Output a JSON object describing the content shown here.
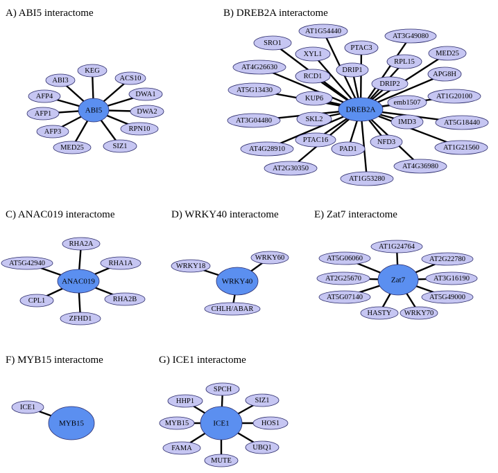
{
  "panels": [
    {
      "id": "A",
      "title": "A) ABI5 interactome",
      "hub": "ABI5",
      "partners": [
        "KEG",
        "ACS10",
        "ABI3",
        "AFP4",
        "DWA1",
        "AFP1",
        "DWA2",
        "AFP3",
        "RPN10",
        "MED25",
        "SIZ1"
      ]
    },
    {
      "id": "B",
      "title": "B) DREB2A interactome",
      "hub": "DREB2A",
      "partners": [
        "AT1G54440",
        "AT3G49080",
        "SRO1",
        "PTAC3",
        "MED25",
        "XYL1",
        "RPL15",
        "AT4G26630",
        "RCD1",
        "DRIP1",
        "APG8H",
        "DRIP2",
        "AT5G13430",
        "KUP6",
        "emb1507",
        "AT1G20100",
        "AT3G04480",
        "SKL2",
        "IMD3",
        "AT5G18440",
        "PTAC16",
        "AT4G28910",
        "NFD3",
        "PAD1",
        "AT1G21560",
        "AT2G30350",
        "AT4G36980",
        "AT1G53280"
      ]
    },
    {
      "id": "C",
      "title": "C) ANAC019 interactome",
      "hub": "ANAC019",
      "partners": [
        "RHA2A",
        "AT5G42940",
        "RHA1A",
        "CPL1",
        "RHA2B",
        "ZFHD1"
      ]
    },
    {
      "id": "D",
      "title": "D) WRKY40 interactome",
      "hub": "WRKY40",
      "partners": [
        "WRKY60",
        "WRKY18",
        "CHLH/ABAR"
      ]
    },
    {
      "id": "E",
      "title": "E) Zat7 interactome",
      "hub": "Zat7",
      "partners": [
        "AT1G24764",
        "AT5G06060",
        "AT2G22780",
        "AT2G25670",
        "AT3G16190",
        "AT5G07140",
        "AT5G49000",
        "HASTY",
        "WRKY70"
      ]
    },
    {
      "id": "F",
      "title": "F) MYB15 interactome",
      "hub": "MYB15",
      "partners": [
        "ICE1"
      ]
    },
    {
      "id": "G",
      "title": "G) ICE1 interactome",
      "hub": "ICE1",
      "partners": [
        "SPCH",
        "HHP1",
        "SIZ1",
        "MYB15",
        "HOS1",
        "FAMA",
        "UBQ1",
        "MUTE"
      ]
    }
  ],
  "colors": {
    "hub_fill": "#5b8ff0",
    "leaf_fill": "#c6c6f2",
    "edge": "#000000",
    "background": "#ffffff"
  }
}
